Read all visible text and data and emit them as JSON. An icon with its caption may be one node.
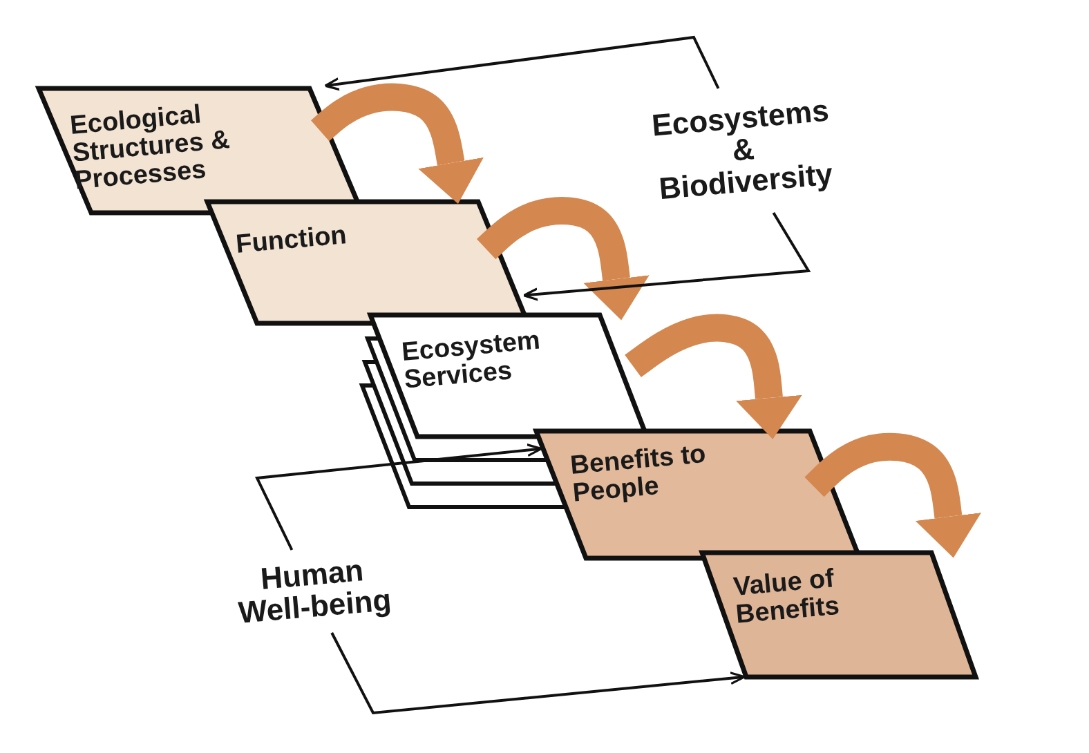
{
  "diagram": {
    "nodes": [
      {
        "text": [
          "Ecological Structures & Processes"
        ]
      },
      {
        "text": [
          "Function"
        ]
      },
      {
        "text": [
          "Ecosystem Services"
        ]
      },
      {
        "text": [
          "Benefits to People"
        ]
      },
      {
        "text": [
          "Value of Benefits"
        ]
      },
      {
        "text": [
          "Ecosystems & Biodiversity"
        ]
      },
      {
        "text": [
          "Human Well-being"
        ]
      }
    ],
    "edges": [
      {
        "from": 0,
        "to": 1,
        "arrow": "to",
        "style": "thick",
        "color": "#d4874f"
      },
      {
        "from": 1,
        "to": 2,
        "arrow": "to",
        "style": "thick",
        "color": "#d4874f"
      },
      {
        "from": 2,
        "to": 3,
        "arrow": "to",
        "style": "thick",
        "color": "#d4874f"
      },
      {
        "from": 3,
        "to": 4,
        "arrow": "to",
        "style": "thick",
        "color": "#d4874f"
      },
      {
        "from": 5,
        "to": 0,
        "arrow": "to",
        "color": "#111111"
      },
      {
        "from": 5,
        "to": 1,
        "arrow": "to",
        "color": "#111111"
      },
      {
        "from": 6,
        "to": 3,
        "arrow": "to",
        "color": "#111111"
      },
      {
        "from": 6,
        "to": 4,
        "arrow": "to",
        "color": "#111111"
      }
    ]
  }
}
